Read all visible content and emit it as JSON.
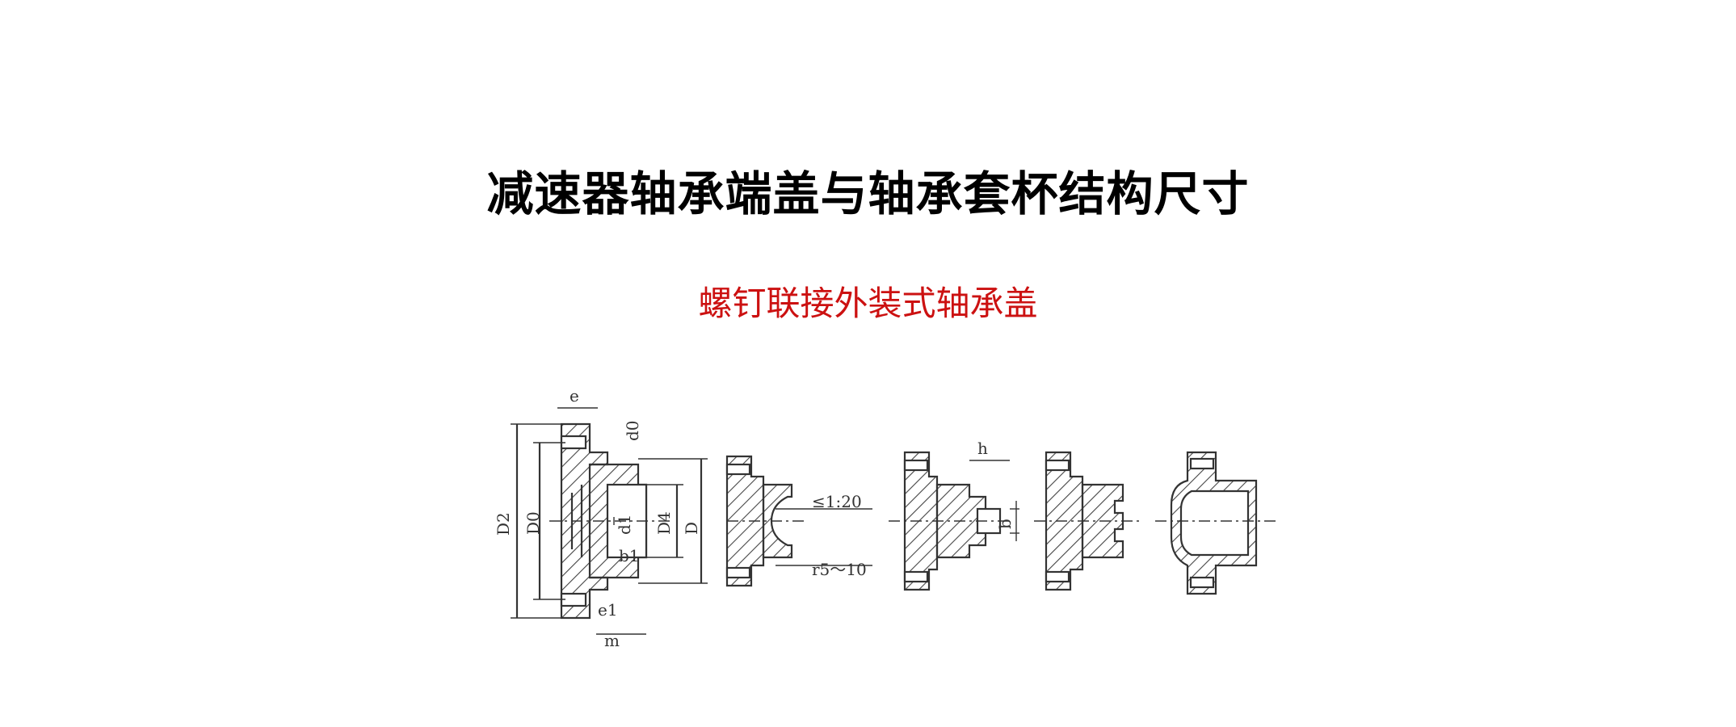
{
  "title": "减速器轴承端盖与轴承套杯结构尺寸",
  "subtitle": "螺钉联接外装式轴承盖",
  "colors": {
    "title": "#000000",
    "subtitle": "#cc1111",
    "drawing": "#333333"
  },
  "labels": {
    "e": "e",
    "d0": "d0",
    "D2": "D2",
    "D0": "D0",
    "d1": "d1",
    "D4": "D4",
    "D": "D",
    "b1": "b1",
    "e1": "e1",
    "m": "m",
    "taper": "≤1:20",
    "radius": "r5～10",
    "h": "h",
    "b": "b"
  }
}
